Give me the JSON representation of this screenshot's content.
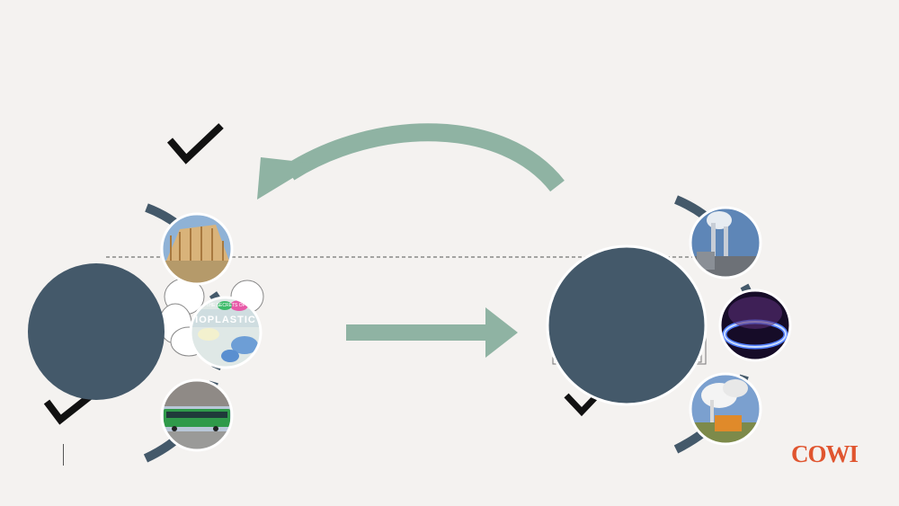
{
  "slide": {
    "bioplastic_banner_text": "IOPLASTIC",
    "bioplastic_banner_subtext": "THE SECRETS OF",
    "logo_text": "COWI"
  },
  "colors": {
    "background": "#f4f2f0",
    "dark_circle": "#44596a",
    "arc": "#44596a",
    "arrow": "#8fb3a3",
    "checkmark": "#111111",
    "logo": "#e0552f"
  },
  "icons": {
    "left_items": [
      "timber-house-frame-icon",
      "bioplastic-icon",
      "green-bus-icon"
    ],
    "right_items": [
      "power-plant-chimney-icon",
      "gas-burner-flame-icon",
      "factory-smoke-icon"
    ]
  }
}
